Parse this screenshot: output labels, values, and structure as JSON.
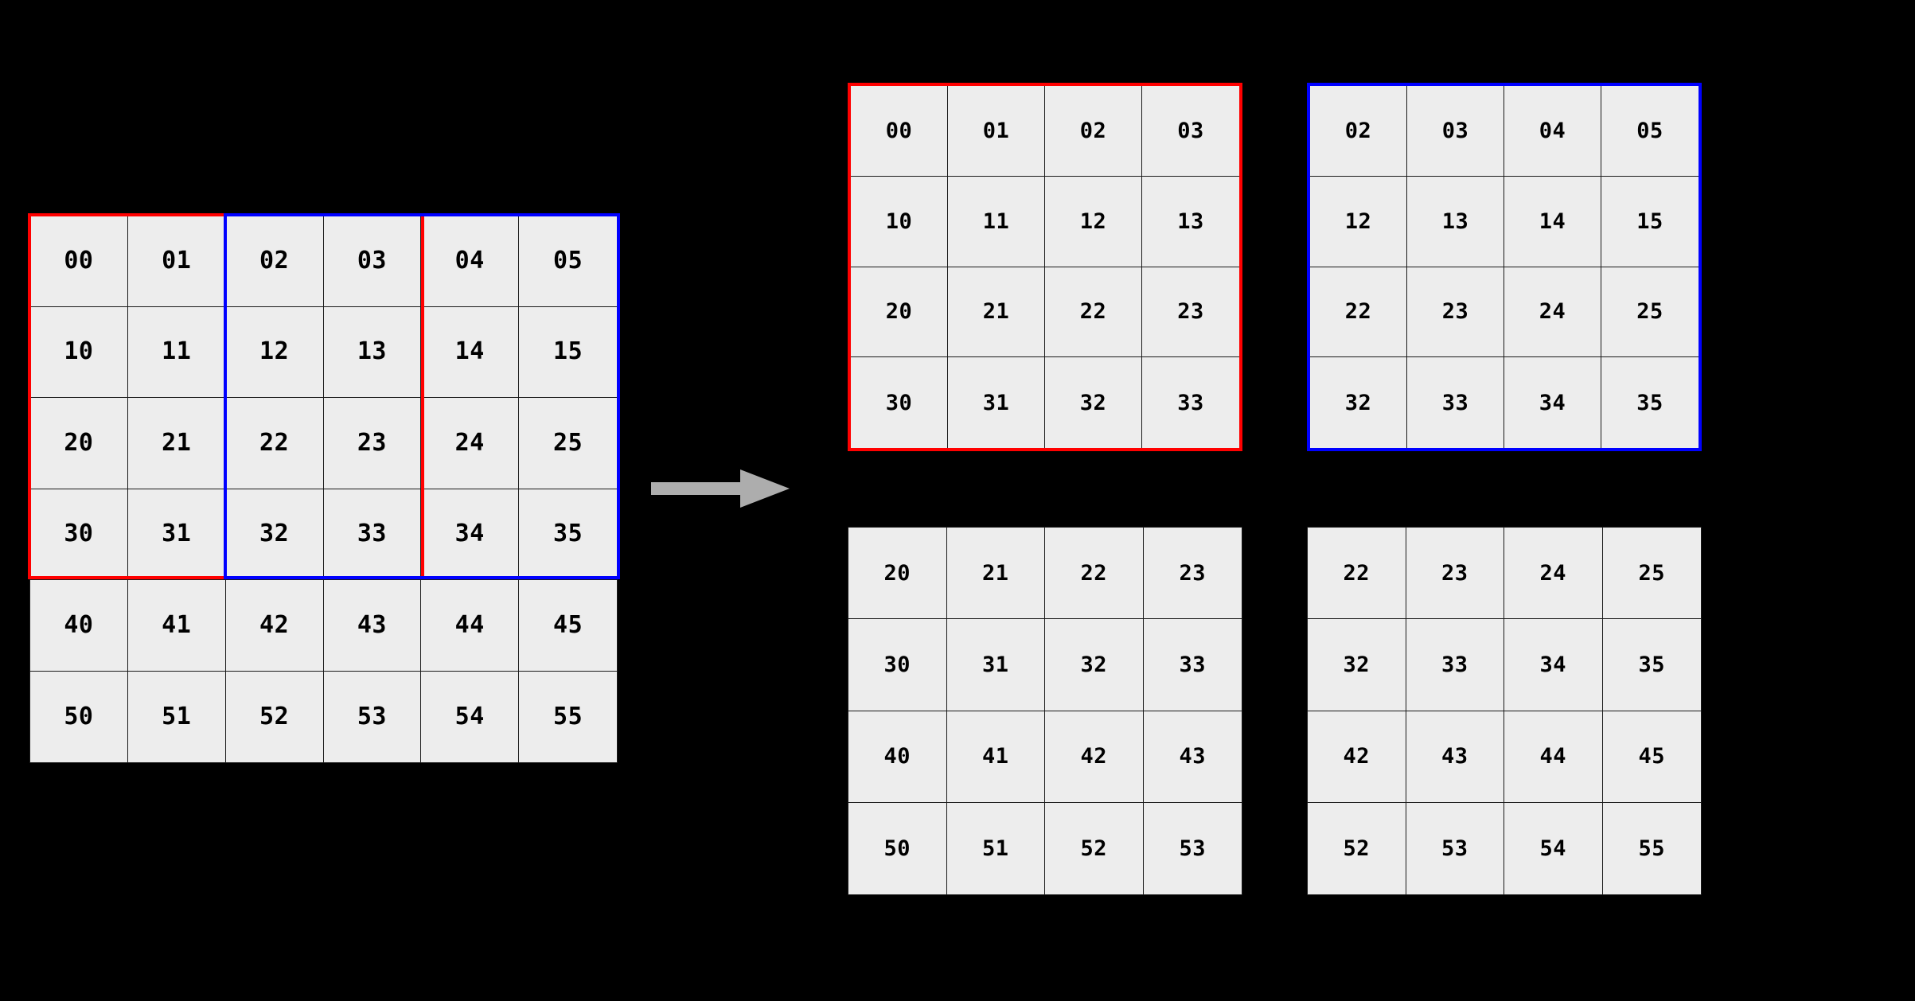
{
  "diagram": {
    "title": "sliding-window-patch-extraction",
    "background_color": "#000000",
    "cell_fill": "#ededed",
    "cell_border": "#1a1a1a",
    "arrow_color": "#adadad",
    "highlight_colors": {
      "red": "#ff0000",
      "blue": "#0000ff"
    }
  },
  "source_grid": {
    "name": "source-matrix",
    "rows": 6,
    "cols": 6,
    "values": [
      [
        "00",
        "01",
        "02",
        "03",
        "04",
        "05"
      ],
      [
        "10",
        "11",
        "12",
        "13",
        "14",
        "15"
      ],
      [
        "20",
        "21",
        "22",
        "23",
        "24",
        "25"
      ],
      [
        "30",
        "31",
        "32",
        "33",
        "34",
        "35"
      ],
      [
        "40",
        "41",
        "42",
        "43",
        "44",
        "45"
      ],
      [
        "50",
        "51",
        "52",
        "53",
        "54",
        "55"
      ]
    ],
    "highlights": [
      {
        "name": "window-red",
        "color": "#ff0000",
        "row_start": 0,
        "row_end": 3,
        "col_start": 0,
        "col_end": 3
      },
      {
        "name": "window-blue",
        "color": "#0000ff",
        "row_start": 0,
        "row_end": 3,
        "col_start": 2,
        "col_end": 5
      }
    ]
  },
  "arrow": {
    "name": "flow-arrow",
    "direction": "right",
    "color": "#adadad"
  },
  "patches": [
    {
      "name": "patch-top-left",
      "border_color": "#ff0000",
      "rows": 4,
      "cols": 4,
      "values": [
        [
          "00",
          "01",
          "02",
          "03"
        ],
        [
          "10",
          "11",
          "12",
          "13"
        ],
        [
          "20",
          "21",
          "22",
          "23"
        ],
        [
          "30",
          "31",
          "32",
          "33"
        ]
      ]
    },
    {
      "name": "patch-top-right",
      "border_color": "#0000ff",
      "rows": 4,
      "cols": 4,
      "values": [
        [
          "02",
          "03",
          "04",
          "05"
        ],
        [
          "12",
          "13",
          "14",
          "15"
        ],
        [
          "22",
          "23",
          "24",
          "25"
        ],
        [
          "32",
          "33",
          "34",
          "35"
        ]
      ]
    },
    {
      "name": "patch-bottom-left",
      "border_color": "#1a1a1a",
      "rows": 4,
      "cols": 4,
      "values": [
        [
          "20",
          "21",
          "22",
          "23"
        ],
        [
          "30",
          "31",
          "32",
          "33"
        ],
        [
          "40",
          "41",
          "42",
          "43"
        ],
        [
          "50",
          "51",
          "52",
          "53"
        ]
      ]
    },
    {
      "name": "patch-bottom-right",
      "border_color": "#1a1a1a",
      "rows": 4,
      "cols": 4,
      "values": [
        [
          "22",
          "23",
          "24",
          "25"
        ],
        [
          "32",
          "33",
          "34",
          "35"
        ],
        [
          "42",
          "43",
          "44",
          "45"
        ],
        [
          "52",
          "53",
          "54",
          "55"
        ]
      ]
    }
  ]
}
